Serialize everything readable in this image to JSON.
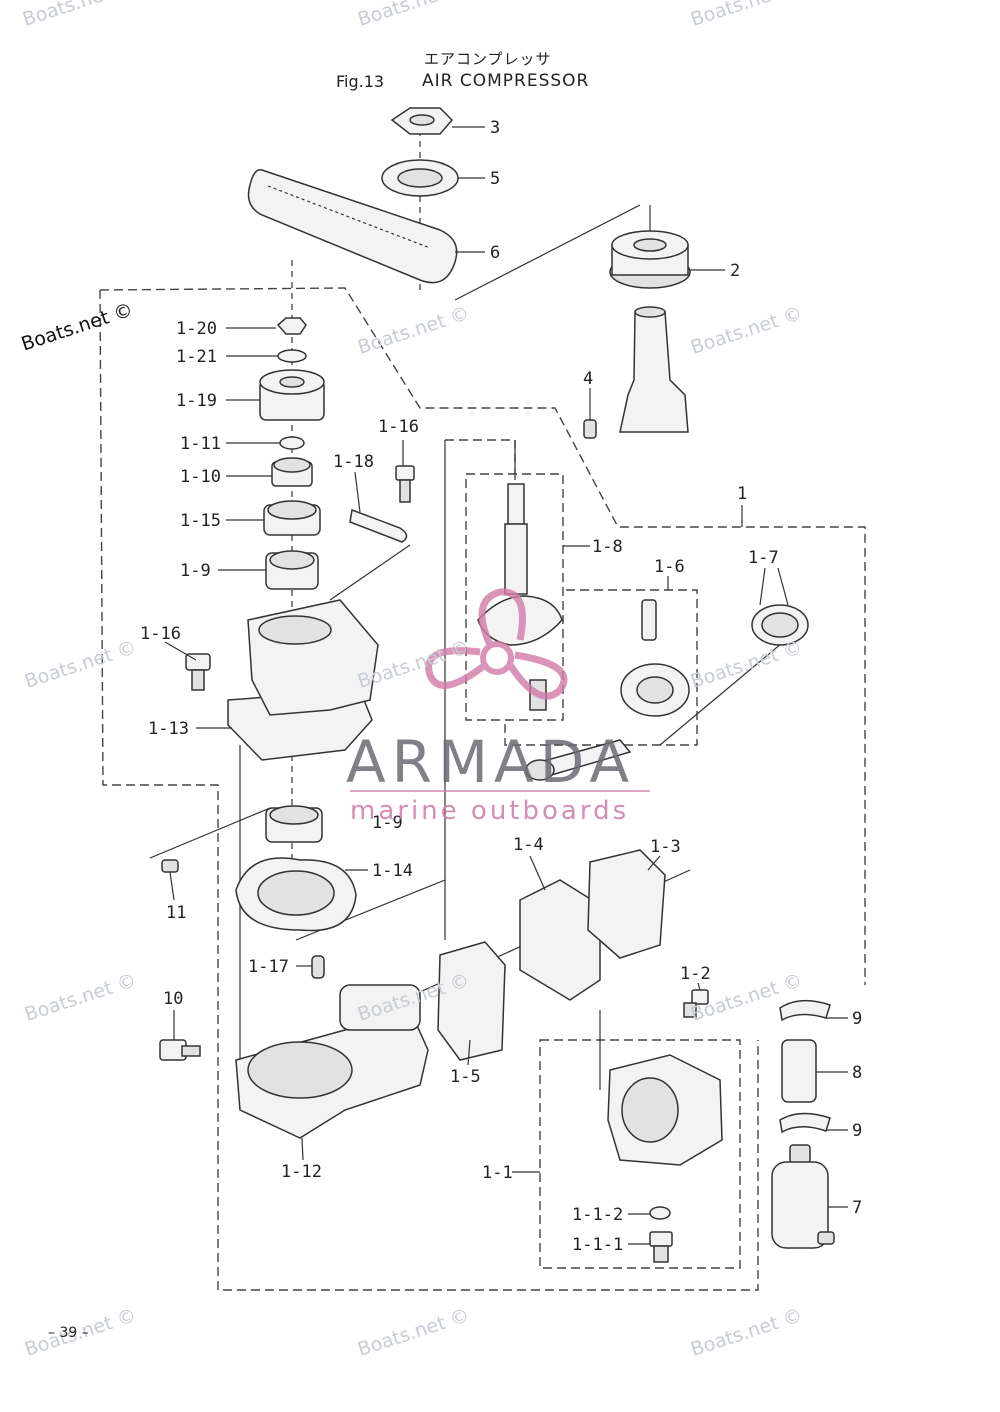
{
  "header": {
    "jp_title": "エアコンプレッサ",
    "fig_label": "Fig.13",
    "fig_title": "AIR COMPRESSOR"
  },
  "page_number": "– 39 –",
  "watermark": {
    "text": "Boats.net ©",
    "color": "#c8ccd4"
  },
  "brand": {
    "name": "ARMADA",
    "tagline": "marine outboards",
    "primary_color": "#6b6b72",
    "accent_color": "#d17aa6"
  },
  "callouts": [
    "3",
    "5",
    "6",
    "2",
    "4",
    "1",
    "1-20",
    "1-21",
    "1-19",
    "1-11",
    "1-10",
    "1-15",
    "1-9",
    "1-16",
    "1-18",
    "1-8",
    "1-6",
    "1-7",
    "1-16",
    "1-13",
    "1-9",
    "1-14",
    "11",
    "1-4",
    "1-3",
    "1-17",
    "10",
    "1-5",
    "1-2",
    "9",
    "8",
    "9",
    "1-12",
    "1-1",
    "7",
    "1-1-2",
    "1-1-1"
  ]
}
